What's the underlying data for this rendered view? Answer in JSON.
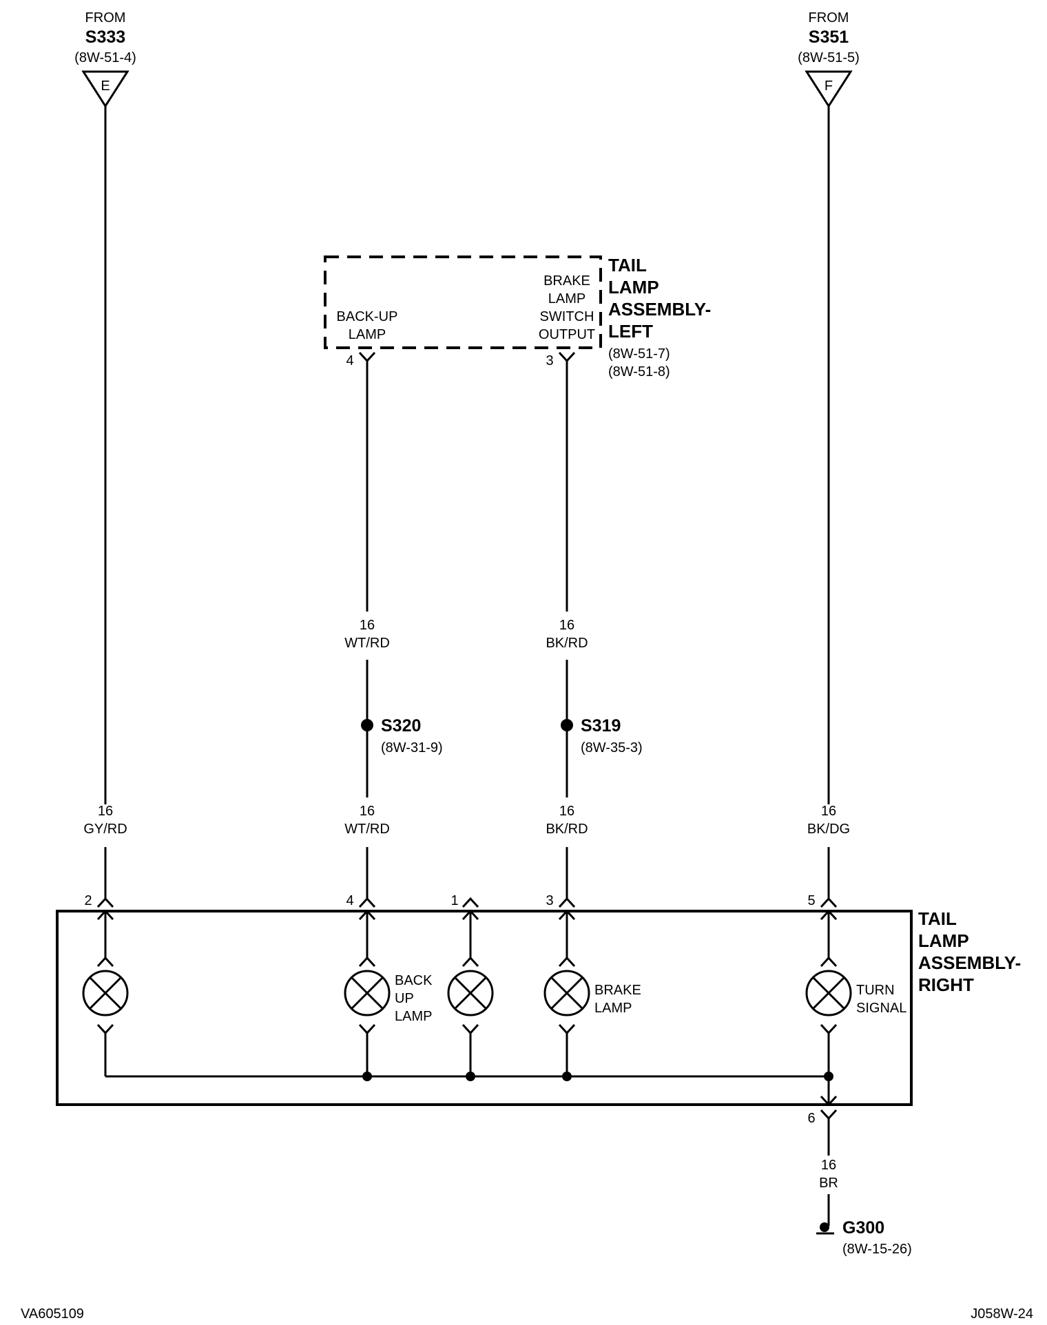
{
  "sources": [
    {
      "from_label": "FROM",
      "splice": "S333",
      "ref": "(8W-51-4)",
      "letter": "E"
    },
    {
      "from_label": "FROM",
      "splice": "S351",
      "ref": "(8W-51-5)",
      "letter": "F"
    }
  ],
  "tail_lamp_left": {
    "title_lines": [
      "TAIL",
      "LAMP",
      "ASSEMBLY-",
      "LEFT"
    ],
    "refs": [
      "(8W-51-7)",
      "(8W-51-8)"
    ],
    "backup_label": [
      "BACK-UP",
      "LAMP"
    ],
    "brake_label": [
      "BRAKE",
      "LAMP",
      "SWITCH",
      "OUTPUT"
    ],
    "pin_backup": "4",
    "pin_brake": "3"
  },
  "upper_wires": [
    {
      "gauge": "16",
      "color": "WT/RD"
    },
    {
      "gauge": "16",
      "color": "BK/RD"
    }
  ],
  "splices": [
    {
      "name": "S320",
      "ref": "(8W-31-9)"
    },
    {
      "name": "S319",
      "ref": "(8W-35-3)"
    }
  ],
  "lower_wires": [
    {
      "gauge": "16",
      "color": "GY/RD"
    },
    {
      "gauge": "16",
      "color": "WT/RD"
    },
    {
      "gauge": "16",
      "color": "BK/RD"
    },
    {
      "gauge": "16",
      "color": "BK/DG"
    }
  ],
  "tail_lamp_right": {
    "title_lines": [
      "TAIL",
      "LAMP",
      "ASSEMBLY-",
      "RIGHT"
    ],
    "pins": [
      "2",
      "4",
      "1",
      "3",
      "5"
    ],
    "ground_pin": "6",
    "lamp_labels": {
      "backup": [
        "BACK",
        "UP",
        "LAMP"
      ],
      "brake": [
        "BRAKE",
        "LAMP"
      ],
      "turn": [
        "TURN",
        "SIGNAL"
      ]
    }
  },
  "ground_wire": {
    "gauge": "16",
    "color": "BR"
  },
  "ground": {
    "name": "G300",
    "ref": "(8W-15-26)"
  },
  "footer": {
    "left_code": "VA605109",
    "right_code": "J058W-24"
  }
}
